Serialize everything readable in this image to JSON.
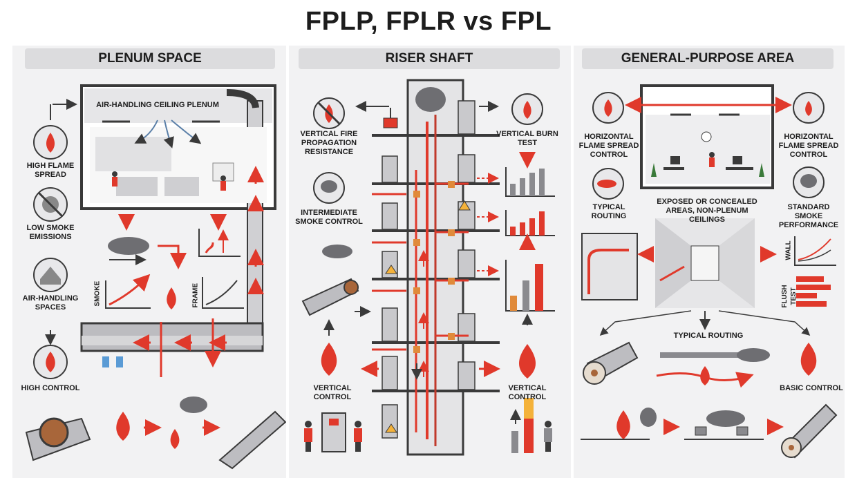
{
  "title": "FPLP, FPLR vs FPL",
  "panels": {
    "plenum": {
      "heading": "PLENUM SPACE",
      "plenum_label": "AIR-HANDLING CEILING PLENUM",
      "labels": {
        "high_flame_spread": "HIGH FLAME SPREAD",
        "low_smoke": "LOW SMOKE EMISSIONS",
        "air_handling": "AIR-HANDLING SPACES",
        "high_control": "HIGH CONTROL",
        "smoke_axis": "SMOKE",
        "frame_axis": "FRAME"
      }
    },
    "riser": {
      "heading": "RISER SHAFT",
      "labels": {
        "vertical_fire": "VERTICAL FIRE PROPAGATION RESISTANCE",
        "vertical_burn": "VERTICAL BURN TEST",
        "intermediate_smoke": "INTERMEDIATE SMOKE CONTROL",
        "vertical_control_left": "VERTICAL CONTROL",
        "vertical_control_right": "VERTICAL CONTROL"
      }
    },
    "general": {
      "heading": "GENERAL-PURPOSE AREA",
      "labels": {
        "horiz_left": "HORIZONTAL FLAME SPREAD CONTROL",
        "horiz_right": "HORIZONTAL FLAME SPREAD CONTROL",
        "typical_routing_1": "TYPICAL ROUTING",
        "exposed": "EXPOSED OR CONCEALED AREAS, NON-PLENUM CEILINGS",
        "standard_smoke": "STANDARD SMOKE PERFORMANCE",
        "wall_axis": "WALL",
        "flush_test": "FLUSH TEST",
        "typical_routing_2": "TYPICAL ROUTING",
        "basic_control": "BASIC CONTROL"
      }
    }
  },
  "colors": {
    "red": "#e0392b",
    "gray": "#8a8a8a",
    "dark": "#3a3a3a",
    "panel": "#f2f2f3"
  }
}
